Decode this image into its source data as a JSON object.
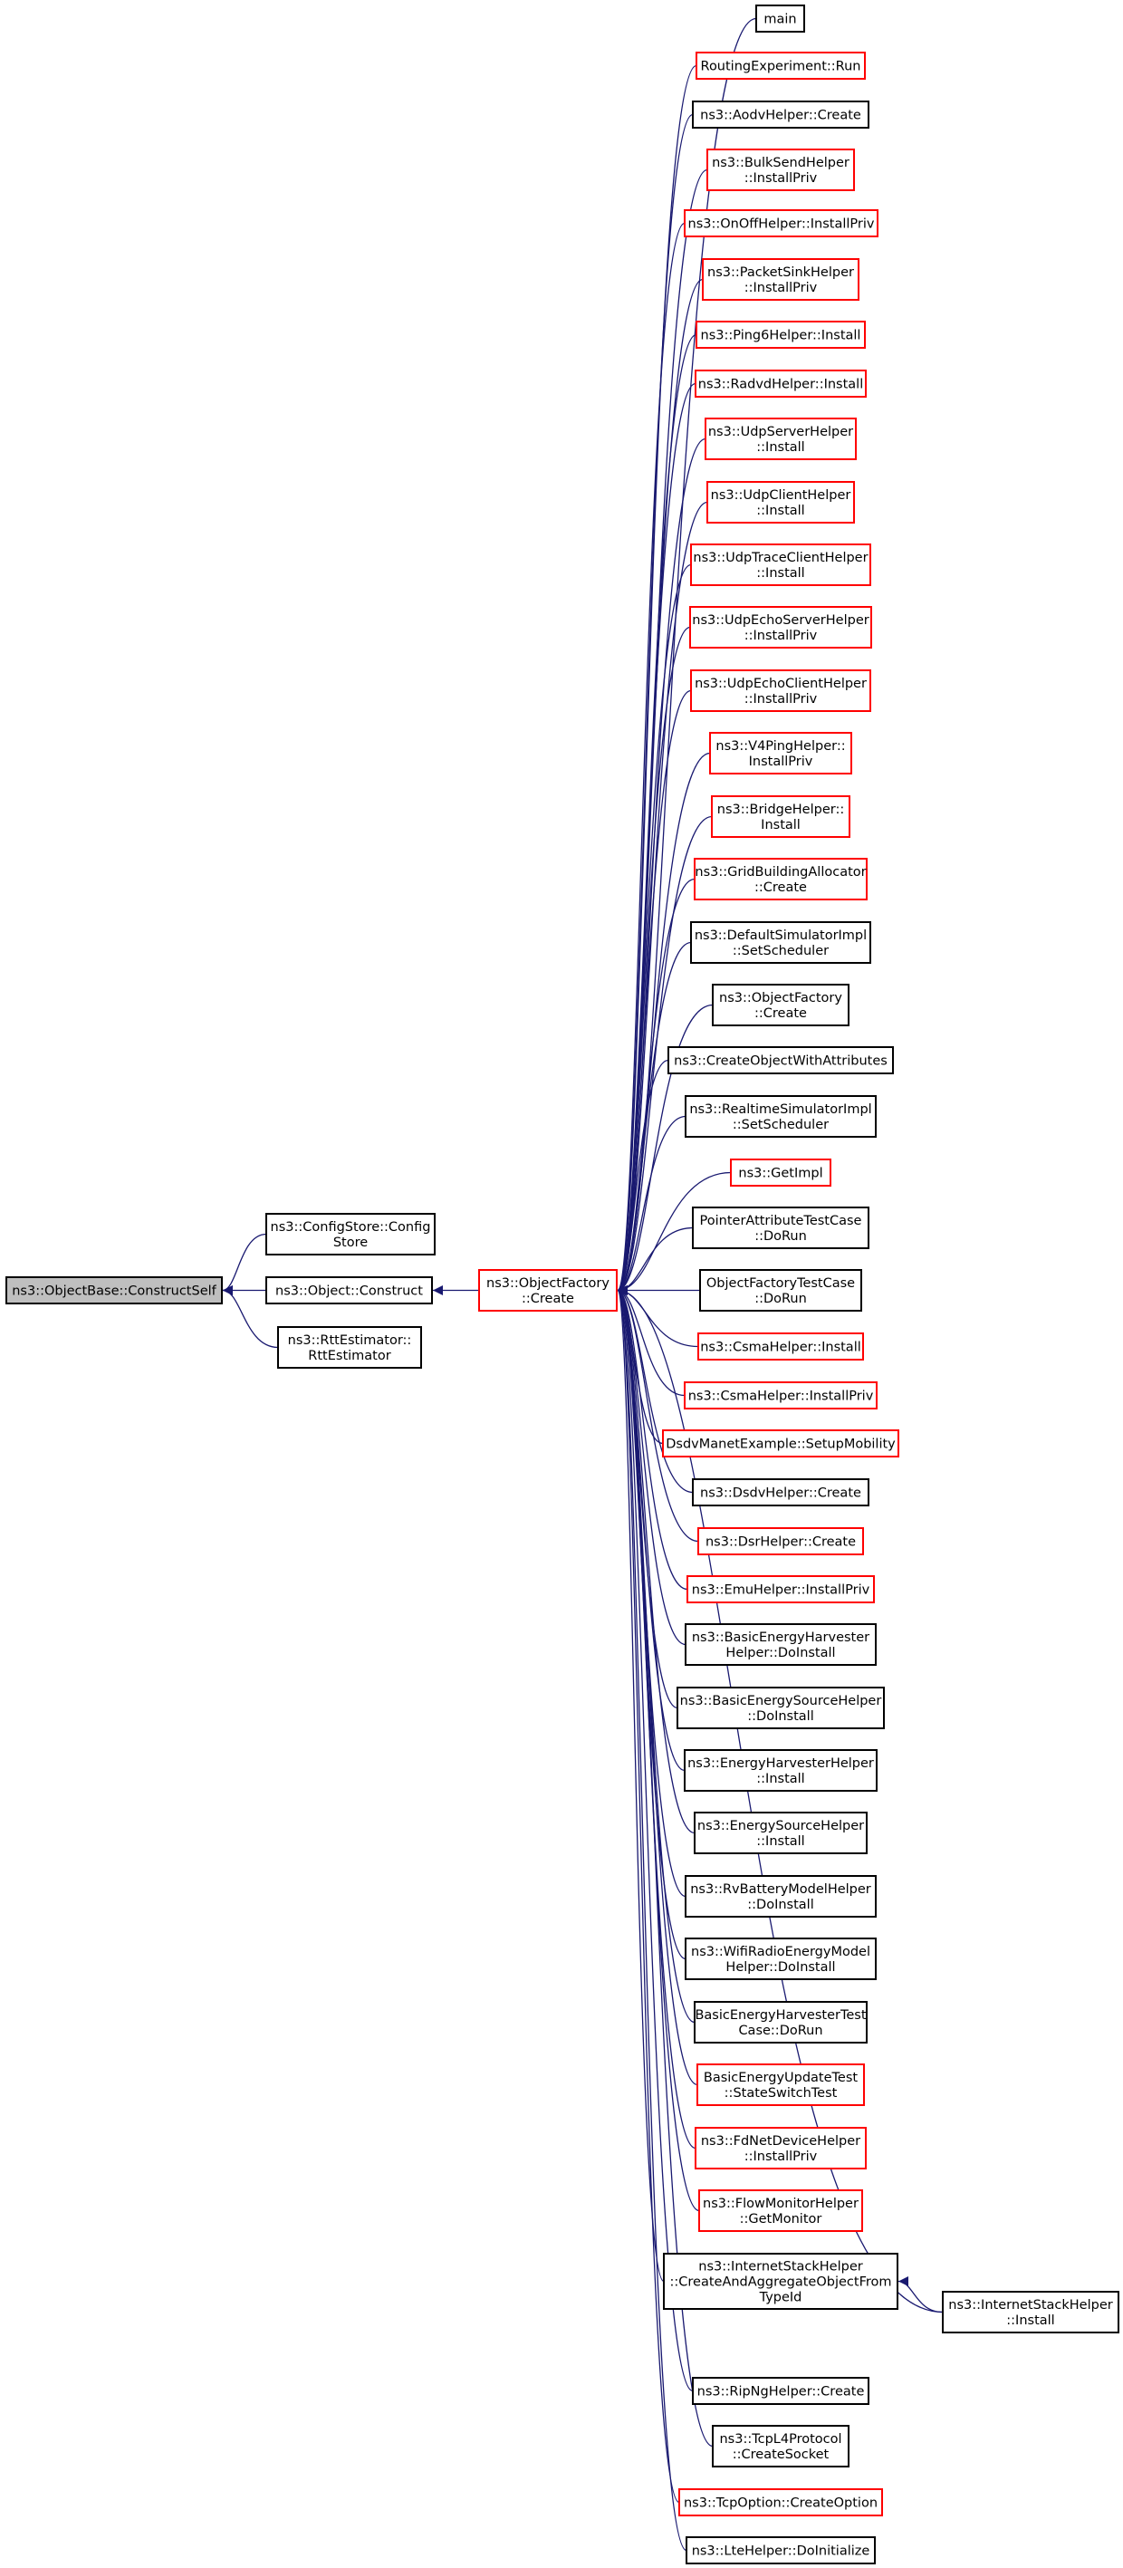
{
  "diagram": {
    "type": "call-graph",
    "colors": {
      "edge": "#191970",
      "highlight_fill": "#bfbfbf",
      "documented_border": "#000000",
      "undocumented_border": "#ff0000"
    },
    "nodes": [
      {
        "id": "root",
        "lines": [
          "ns3::ObjectBase::ConstructSelf"
        ],
        "style": "highlight"
      },
      {
        "id": "configstore",
        "lines": [
          "ns3::ConfigStore::Config",
          "Store"
        ],
        "style": "black"
      },
      {
        "id": "object_construct",
        "lines": [
          "ns3::Object::Construct"
        ],
        "style": "black"
      },
      {
        "id": "rttestimator",
        "lines": [
          "ns3::RttEstimator::",
          "RttEstimator"
        ],
        "style": "black"
      },
      {
        "id": "objectfactory_create",
        "lines": [
          "ns3::ObjectFactory",
          "::Create"
        ],
        "style": "red"
      },
      {
        "id": "main",
        "lines": [
          "main"
        ],
        "style": "black"
      },
      {
        "id": "routing_run",
        "lines": [
          "RoutingExperiment::Run"
        ],
        "style": "red"
      },
      {
        "id": "aodv",
        "lines": [
          "ns3::AodvHelper::Create"
        ],
        "style": "black"
      },
      {
        "id": "bulksend",
        "lines": [
          "ns3::BulkSendHelper",
          "::InstallPriv"
        ],
        "style": "red"
      },
      {
        "id": "onoff",
        "lines": [
          "ns3::OnOffHelper::InstallPriv"
        ],
        "style": "red"
      },
      {
        "id": "packetsink",
        "lines": [
          "ns3::PacketSinkHelper",
          "::InstallPriv"
        ],
        "style": "red"
      },
      {
        "id": "ping6",
        "lines": [
          "ns3::Ping6Helper::Install"
        ],
        "style": "red"
      },
      {
        "id": "radvd",
        "lines": [
          "ns3::RadvdHelper::Install"
        ],
        "style": "red"
      },
      {
        "id": "udpserver",
        "lines": [
          "ns3::UdpServerHelper",
          "::Install"
        ],
        "style": "red"
      },
      {
        "id": "udpclient",
        "lines": [
          "ns3::UdpClientHelper",
          "::Install"
        ],
        "style": "red"
      },
      {
        "id": "udptrace",
        "lines": [
          "ns3::UdpTraceClientHelper",
          "::Install"
        ],
        "style": "red"
      },
      {
        "id": "udpechoserver",
        "lines": [
          "ns3::UdpEchoServerHelper",
          "::InstallPriv"
        ],
        "style": "red"
      },
      {
        "id": "udpechoclient",
        "lines": [
          "ns3::UdpEchoClientHelper",
          "::InstallPriv"
        ],
        "style": "red"
      },
      {
        "id": "v4ping",
        "lines": [
          "ns3::V4PingHelper::",
          "InstallPriv"
        ],
        "style": "red"
      },
      {
        "id": "bridge",
        "lines": [
          "ns3::BridgeHelper::",
          "Install"
        ],
        "style": "red"
      },
      {
        "id": "gridbuilding",
        "lines": [
          "ns3::GridBuildingAllocator",
          "::Create"
        ],
        "style": "red"
      },
      {
        "id": "defaultsim",
        "lines": [
          "ns3::DefaultSimulatorImpl",
          "::SetScheduler"
        ],
        "style": "black"
      },
      {
        "id": "objfactory_create2",
        "lines": [
          "ns3::ObjectFactory",
          "::Create"
        ],
        "style": "black"
      },
      {
        "id": "createobjattr",
        "lines": [
          "ns3::CreateObjectWithAttributes"
        ],
        "style": "black"
      },
      {
        "id": "realtimesim",
        "lines": [
          "ns3::RealtimeSimulatorImpl",
          "::SetScheduler"
        ],
        "style": "black"
      },
      {
        "id": "getimpl",
        "lines": [
          "ns3::GetImpl"
        ],
        "style": "red"
      },
      {
        "id": "pointerattr",
        "lines": [
          "PointerAttributeTestCase",
          "::DoRun"
        ],
        "style": "black"
      },
      {
        "id": "objfactorytest",
        "lines": [
          "ObjectFactoryTestCase",
          "::DoRun"
        ],
        "style": "black"
      },
      {
        "id": "csma_install",
        "lines": [
          "ns3::CsmaHelper::Install"
        ],
        "style": "red"
      },
      {
        "id": "csma_installpriv",
        "lines": [
          "ns3::CsmaHelper::InstallPriv"
        ],
        "style": "red"
      },
      {
        "id": "dsdvmanet",
        "lines": [
          "DsdvManetExample::SetupMobility"
        ],
        "style": "red"
      },
      {
        "id": "dsdv",
        "lines": [
          "ns3::DsdvHelper::Create"
        ],
        "style": "black"
      },
      {
        "id": "dsr",
        "lines": [
          "ns3::DsrHelper::Create"
        ],
        "style": "red"
      },
      {
        "id": "emu",
        "lines": [
          "ns3::EmuHelper::InstallPriv"
        ],
        "style": "red"
      },
      {
        "id": "basicenergyharvester",
        "lines": [
          "ns3::BasicEnergyHarvester",
          "Helper::DoInstall"
        ],
        "style": "black"
      },
      {
        "id": "basicenergysource",
        "lines": [
          "ns3::BasicEnergySourceHelper",
          "::DoInstall"
        ],
        "style": "black"
      },
      {
        "id": "energyharvester",
        "lines": [
          "ns3::EnergyHarvesterHelper",
          "::Install"
        ],
        "style": "black"
      },
      {
        "id": "energysource",
        "lines": [
          "ns3::EnergySourceHelper",
          "::Install"
        ],
        "style": "black"
      },
      {
        "id": "rvbattery",
        "lines": [
          "ns3::RvBatteryModelHelper",
          "::DoInstall"
        ],
        "style": "black"
      },
      {
        "id": "wifiradio",
        "lines": [
          "ns3::WifiRadioEnergyModel",
          "Helper::DoInstall"
        ],
        "style": "black"
      },
      {
        "id": "basicharvestertest",
        "lines": [
          "BasicEnergyHarvesterTest",
          "Case::DoRun"
        ],
        "style": "black"
      },
      {
        "id": "basicupdatetest",
        "lines": [
          "BasicEnergyUpdateTest",
          "::StateSwitchTest"
        ],
        "style": "red"
      },
      {
        "id": "fdnet",
        "lines": [
          "ns3::FdNetDeviceHelper",
          "::InstallPriv"
        ],
        "style": "red"
      },
      {
        "id": "flowmonitor",
        "lines": [
          "ns3::FlowMonitorHelper",
          "::GetMonitor"
        ],
        "style": "red"
      },
      {
        "id": "internetstack_create",
        "lines": [
          "ns3::InternetStackHelper",
          "::CreateAndAggregateObjectFrom",
          "TypeId"
        ],
        "style": "black"
      },
      {
        "id": "internetstack_install",
        "lines": [
          "ns3::InternetStackHelper",
          "::Install"
        ],
        "style": "black"
      },
      {
        "id": "ripng",
        "lines": [
          "ns3::RipNgHelper::Create"
        ],
        "style": "black"
      },
      {
        "id": "tcpl4",
        "lines": [
          "ns3::TcpL4Protocol",
          "::CreateSocket"
        ],
        "style": "black"
      },
      {
        "id": "tcpoption",
        "lines": [
          "ns3::TcpOption::CreateOption"
        ],
        "style": "red"
      },
      {
        "id": "ltehelper",
        "lines": [
          "ns3::LteHelper::DoInitialize"
        ],
        "style": "black"
      }
    ],
    "edges": [
      {
        "from": "configstore",
        "to": "root"
      },
      {
        "from": "object_construct",
        "to": "root"
      },
      {
        "from": "rttestimator",
        "to": "root"
      },
      {
        "from": "objectfactory_create",
        "to": "object_construct"
      },
      {
        "from": "main",
        "to": "objectfactory_create"
      },
      {
        "from": "routing_run",
        "to": "objectfactory_create"
      },
      {
        "from": "aodv",
        "to": "objectfactory_create"
      },
      {
        "from": "bulksend",
        "to": "objectfactory_create"
      },
      {
        "from": "onoff",
        "to": "objectfactory_create"
      },
      {
        "from": "packetsink",
        "to": "objectfactory_create"
      },
      {
        "from": "ping6",
        "to": "objectfactory_create"
      },
      {
        "from": "radvd",
        "to": "objectfactory_create"
      },
      {
        "from": "udpserver",
        "to": "objectfactory_create"
      },
      {
        "from": "udpclient",
        "to": "objectfactory_create"
      },
      {
        "from": "udptrace",
        "to": "objectfactory_create"
      },
      {
        "from": "udpechoserver",
        "to": "objectfactory_create"
      },
      {
        "from": "udpechoclient",
        "to": "objectfactory_create"
      },
      {
        "from": "v4ping",
        "to": "objectfactory_create"
      },
      {
        "from": "bridge",
        "to": "objectfactory_create"
      },
      {
        "from": "gridbuilding",
        "to": "objectfactory_create"
      },
      {
        "from": "defaultsim",
        "to": "objectfactory_create"
      },
      {
        "from": "objfactory_create2",
        "to": "objectfactory_create"
      },
      {
        "from": "createobjattr",
        "to": "objectfactory_create"
      },
      {
        "from": "realtimesim",
        "to": "objectfactory_create"
      },
      {
        "from": "getimpl",
        "to": "objectfactory_create"
      },
      {
        "from": "pointerattr",
        "to": "objectfactory_create"
      },
      {
        "from": "objfactorytest",
        "to": "objectfactory_create"
      },
      {
        "from": "csma_install",
        "to": "objectfactory_create"
      },
      {
        "from": "csma_installpriv",
        "to": "objectfactory_create"
      },
      {
        "from": "dsdvmanet",
        "to": "objectfactory_create"
      },
      {
        "from": "dsdv",
        "to": "objectfactory_create"
      },
      {
        "from": "dsr",
        "to": "objectfactory_create"
      },
      {
        "from": "emu",
        "to": "objectfactory_create"
      },
      {
        "from": "basicenergyharvester",
        "to": "objectfactory_create"
      },
      {
        "from": "basicenergysource",
        "to": "objectfactory_create"
      },
      {
        "from": "energyharvester",
        "to": "objectfactory_create"
      },
      {
        "from": "energysource",
        "to": "objectfactory_create"
      },
      {
        "from": "rvbattery",
        "to": "objectfactory_create"
      },
      {
        "from": "wifiradio",
        "to": "objectfactory_create"
      },
      {
        "from": "basicharvestertest",
        "to": "objectfactory_create"
      },
      {
        "from": "basicupdatetest",
        "to": "objectfactory_create"
      },
      {
        "from": "fdnet",
        "to": "objectfactory_create"
      },
      {
        "from": "flowmonitor",
        "to": "objectfactory_create"
      },
      {
        "from": "internetstack_create",
        "to": "objectfactory_create"
      },
      {
        "from": "internetstack_install",
        "to": "objectfactory_create"
      },
      {
        "from": "internetstack_install",
        "to": "internetstack_create"
      },
      {
        "from": "ripng",
        "to": "objectfactory_create"
      },
      {
        "from": "tcpl4",
        "to": "objectfactory_create"
      },
      {
        "from": "tcpoption",
        "to": "objectfactory_create"
      },
      {
        "from": "ltehelper",
        "to": "objectfactory_create"
      }
    ]
  }
}
